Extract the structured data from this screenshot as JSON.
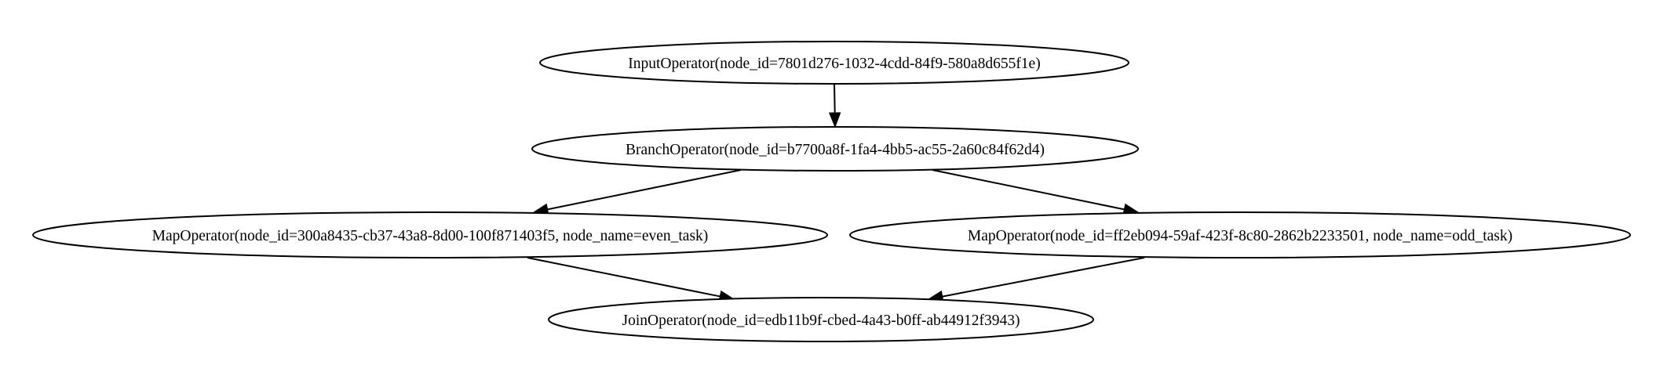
{
  "nodes": {
    "input": {
      "label": "InputOperator(node_id=7801d276-1032-4cdd-84f9-580a8d655f1e)"
    },
    "branch": {
      "label": "BranchOperator(node_id=b7700a8f-1fa4-4bb5-ac55-2a60c84f62d4)"
    },
    "map_even": {
      "label": "MapOperator(node_id=300a8435-cb37-43a8-8d00-100f871403f5, node_name=even_task)"
    },
    "map_odd": {
      "label": "MapOperator(node_id=ff2eb094-59af-423f-8c80-2862b2233501, node_name=odd_task)"
    },
    "join": {
      "label": "JoinOperator(node_id=edb11b9f-cbed-4a43-b0ff-ab44912f3943)"
    }
  },
  "edges": [
    {
      "from": "input",
      "to": "branch"
    },
    {
      "from": "branch",
      "to": "map_even"
    },
    {
      "from": "branch",
      "to": "map_odd"
    },
    {
      "from": "map_even",
      "to": "join"
    },
    {
      "from": "map_odd",
      "to": "join"
    }
  ]
}
